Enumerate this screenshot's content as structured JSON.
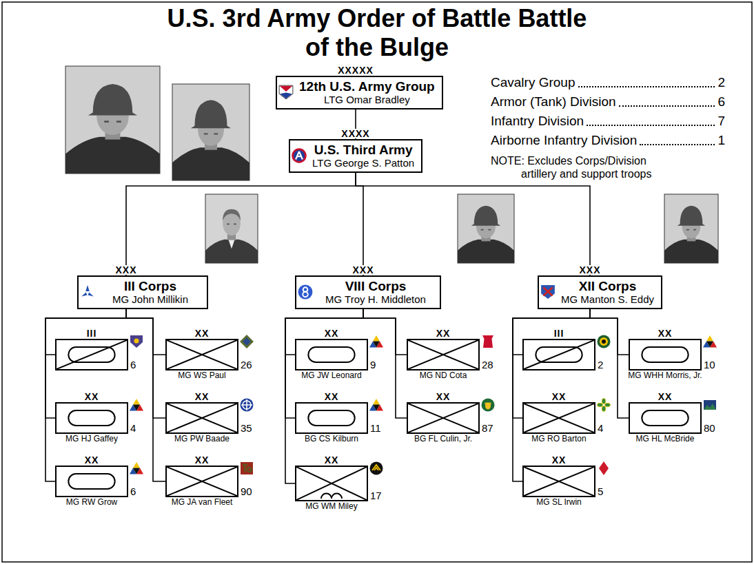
{
  "diagram": {
    "title": "U.S. 3rd Army Order of Battle Battle of the Bulge",
    "nodes": [
      {
        "text": [
          "XXXXX",
          "12th U.S. Army Group",
          "LTG Omar Bradley"
        ]
      },
      {
        "text": [
          "XXXX",
          "U.S. Third Army",
          "LTG George S. Patton"
        ]
      },
      {
        "text": [
          "XXX",
          "III Corps",
          "MG John Millikin"
        ]
      },
      {
        "text": [
          "XXX",
          "VIII Corps",
          "MG Troy H. Middleton"
        ]
      },
      {
        "text": [
          "XXX",
          "XII Corps",
          "MG Manton S. Eddy"
        ]
      },
      {
        "text": [
          "III",
          "6"
        ]
      },
      {
        "text": [
          "XX",
          "4",
          "MG HJ Gaffey"
        ]
      },
      {
        "text": [
          "XX",
          "6",
          "MG RW Grow"
        ]
      },
      {
        "text": [
          "XX",
          "26",
          "MG WS Paul"
        ]
      },
      {
        "text": [
          "XX",
          "35",
          "MG PW Baade"
        ]
      },
      {
        "text": [
          "XX",
          "90",
          "MG JA van Fleet"
        ]
      },
      {
        "text": [
          "XX",
          "9",
          "MG JW Leonard"
        ]
      },
      {
        "text": [
          "XX",
          "11",
          "BG CS Kilburn"
        ]
      },
      {
        "text": [
          "XX",
          "17",
          "MG WM Miley"
        ]
      },
      {
        "text": [
          "XX",
          "28",
          "MG ND Cota"
        ]
      },
      {
        "text": [
          "XX",
          "87",
          "BG FL Culin, Jr."
        ]
      },
      {
        "text": [
          "III",
          "2"
        ]
      },
      {
        "text": [
          "XX",
          "4",
          "MG RO Barton"
        ]
      },
      {
        "text": [
          "XX",
          "5",
          "MG SL Irwin"
        ]
      },
      {
        "text": [
          "XX",
          "10",
          "MG WHH Morris, Jr."
        ]
      },
      {
        "text": [
          "XX",
          "80",
          "MG HL McBride"
        ]
      }
    ],
    "edges": [
      {
        "from": 0,
        "to": 1,
        "arrow": "none"
      },
      {
        "from": 1,
        "to": 2,
        "arrow": "none"
      },
      {
        "from": 1,
        "to": 3,
        "arrow": "none"
      },
      {
        "from": 1,
        "to": 4,
        "arrow": "none"
      },
      {
        "from": 2,
        "to": 5,
        "arrow": "none"
      },
      {
        "from": 2,
        "to": 6,
        "arrow": "none"
      },
      {
        "from": 2,
        "to": 7,
        "arrow": "none"
      },
      {
        "from": 2,
        "to": 8,
        "arrow": "none"
      },
      {
        "from": 2,
        "to": 9,
        "arrow": "none"
      },
      {
        "from": 2,
        "to": 10,
        "arrow": "none"
      },
      {
        "from": 3,
        "to": 11,
        "arrow": "none"
      },
      {
        "from": 3,
        "to": 12,
        "arrow": "none"
      },
      {
        "from": 3,
        "to": 13,
        "arrow": "none"
      },
      {
        "from": 3,
        "to": 14,
        "arrow": "none"
      },
      {
        "from": 3,
        "to": 15,
        "arrow": "none"
      },
      {
        "from": 4,
        "to": 16,
        "arrow": "none"
      },
      {
        "from": 4,
        "to": 17,
        "arrow": "none"
      },
      {
        "from": 4,
        "to": 18,
        "arrow": "none"
      },
      {
        "from": 4,
        "to": 19,
        "arrow": "none"
      },
      {
        "from": 4,
        "to": 20,
        "arrow": "none"
      }
    ],
    "labels": [
      "Cavalry Group",
      "2",
      "Armor (Tank) Division",
      "6",
      "Infantry Division",
      "7",
      "Airborne Infantry Division",
      "1",
      "NOTE: Excludes Corps/Division artillery and support troops"
    ]
  }
}
